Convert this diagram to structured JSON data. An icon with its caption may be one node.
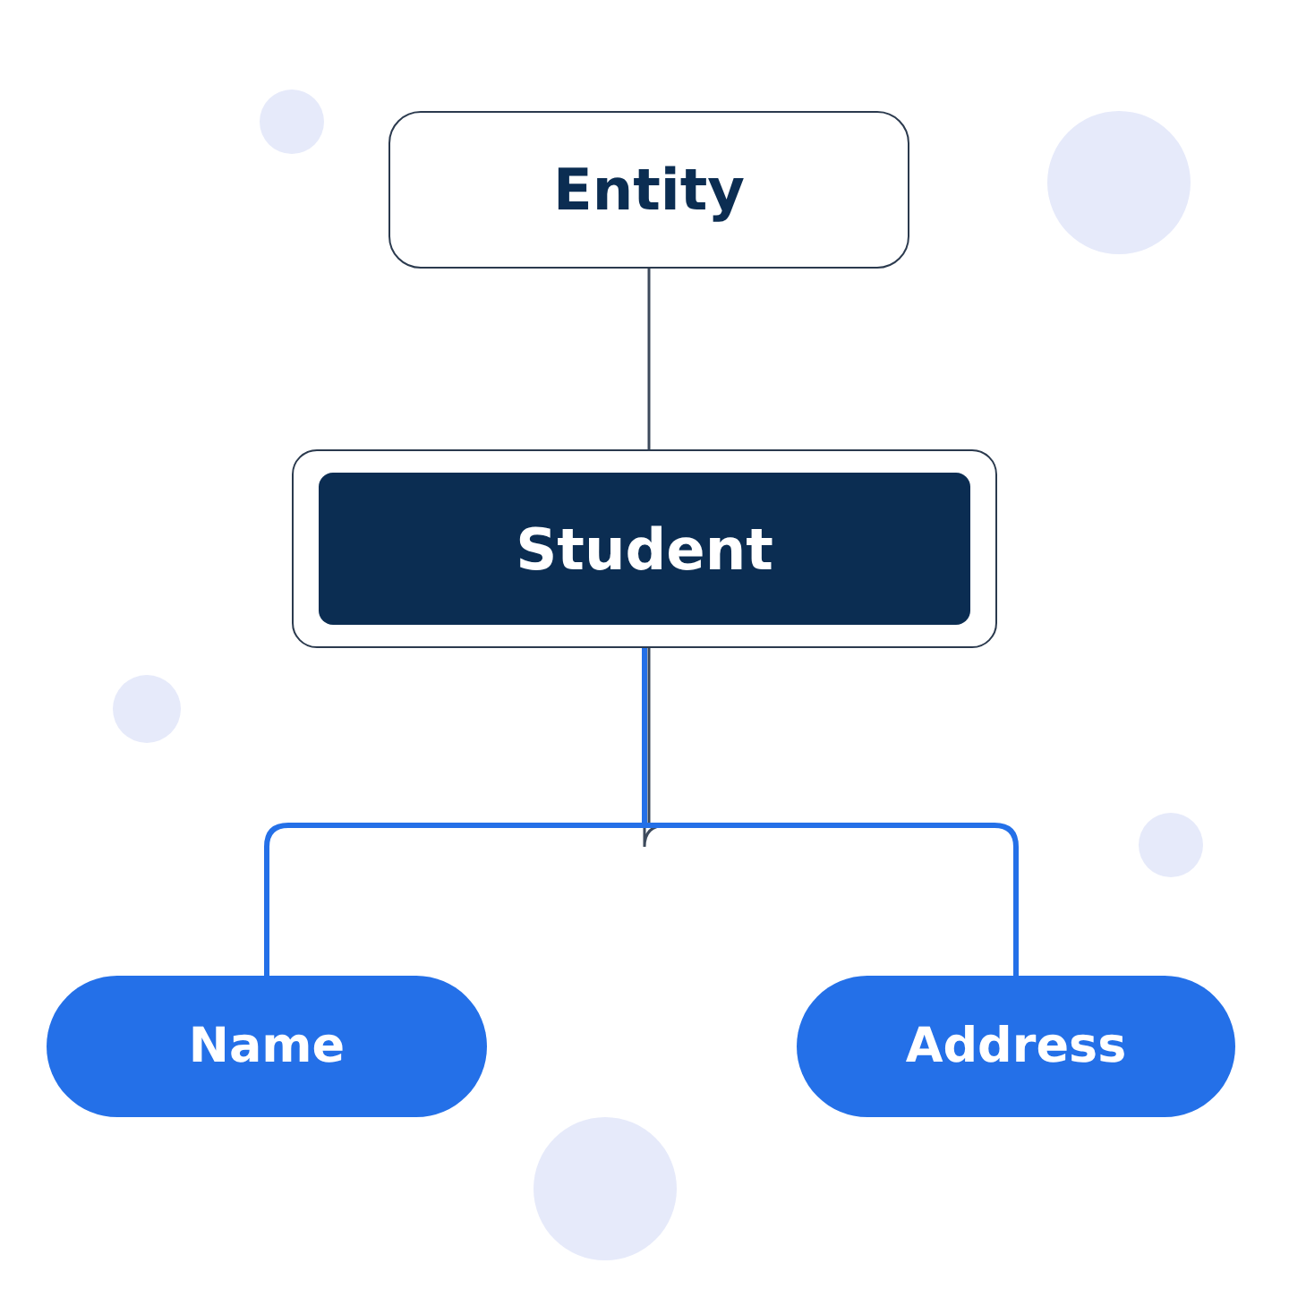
{
  "diagram": {
    "nodes": [
      {
        "text": [
          "Entity"
        ]
      },
      {
        "text": [
          "Student"
        ]
      },
      {
        "text": [
          "Name"
        ]
      },
      {
        "text": [
          "Address"
        ]
      }
    ],
    "edges": [
      {
        "from": 0,
        "to": 1,
        "arrow": "none",
        "color": "#3d4a5c"
      },
      {
        "from": 1,
        "to": 2,
        "arrow": "none"
      },
      {
        "from": 1,
        "to": 3,
        "arrow": "none"
      }
    ]
  }
}
